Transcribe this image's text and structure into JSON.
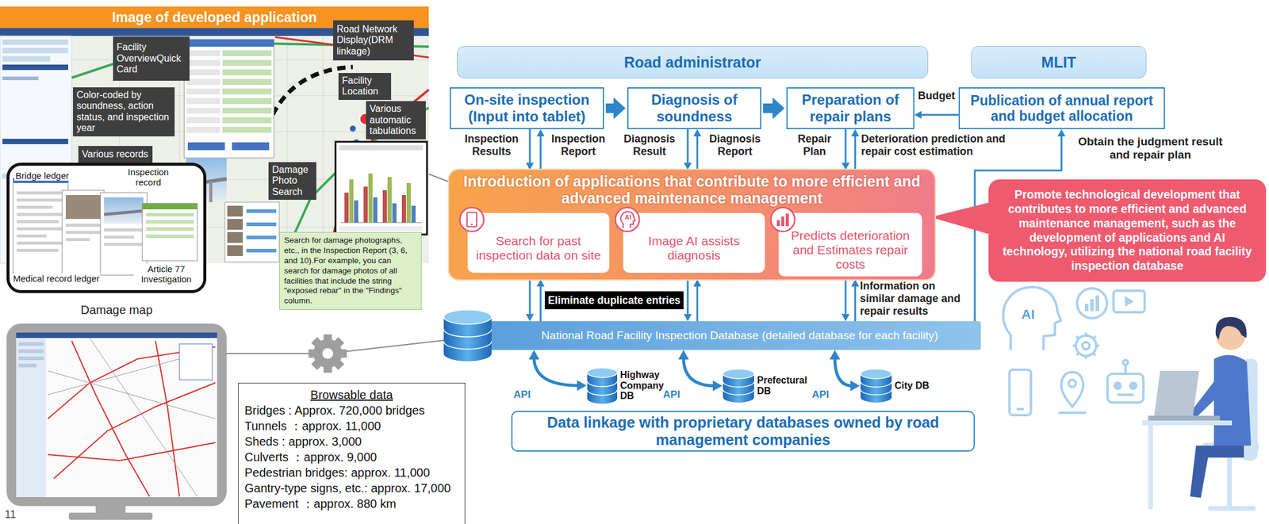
{
  "diagram": {
    "nodes": [
      {
        "text": [
          "Image of developed application"
        ]
      },
      {
        "text": [
          "Facility OverviewQuick Card"
        ],
        "in": 0
      },
      {
        "text": [
          "Road Network Display(DRM linkage)"
        ],
        "in": 0
      },
      {
        "text": [
          "Color-coded by soundness, action status, and inspection year"
        ],
        "in": 0
      },
      {
        "text": [
          "Facility Location"
        ],
        "in": 0
      },
      {
        "text": [
          "Various automatic tabulations"
        ],
        "in": 0
      },
      {
        "text": [
          "Various records"
        ],
        "in": 0
      },
      {
        "text": [
          "Damage Photo Search"
        ],
        "in": 0
      },
      {
        "text": [
          "Bridge ledger",
          "Inspection record",
          "Medical record ledger",
          "Article 77 Investigation"
        ]
      },
      {
        "text": [
          "Search for damage photographs, etc., in the Inspection Report (3, 6, and 10).For example, you can search for damage photos of all facilities that include the string \"exposed rebar\" in the \"Findings\" column."
        ]
      },
      {
        "text": [
          "Damage map"
        ]
      },
      {
        "text": [
          "Browsable data",
          "Bridges : Approx. 720,000 bridges",
          "Tunnels ：approx. 11,000",
          "Sheds : approx. 3,000",
          "Culverts ：approx. 9,000",
          "Pedestrian bridges: approx. 11,000",
          "Gantry-type signs, etc.: approx. 17,000",
          "Pavement ：approx. 880 km"
        ]
      },
      {
        "text": [
          "Road administrator"
        ]
      },
      {
        "text": [
          "MLIT"
        ]
      },
      {
        "text": [
          "On-site inspection (Input into tablet)"
        ]
      },
      {
        "text": [
          "Diagnosis of soundness"
        ]
      },
      {
        "text": [
          "Preparation of repair plans"
        ]
      },
      {
        "text": [
          "Publication of annual report and budget allocation"
        ]
      },
      {
        "text": [
          "Introduction of applications that contribute to more efficient and advanced maintenance management"
        ]
      },
      {
        "text": [
          "Search for past inspection data on site"
        ],
        "in": 18
      },
      {
        "text": [
          "Image AI assists diagnosis"
        ],
        "in": 18
      },
      {
        "text": [
          "Predicts deterioration and Estimates repair costs"
        ],
        "in": 18
      },
      {
        "text": [
          "Promote technological development that contributes to more efficient and advanced maintenance management, such as the development of applications and AI technology, utilizing the national road facility inspection database"
        ]
      },
      {
        "text": [
          "Eliminate duplicate entries"
        ]
      },
      {
        "text": [
          "National Road Facility Inspection Database (detailed database for each facility)"
        ]
      },
      {
        "text": [
          "Highway Company DB"
        ]
      },
      {
        "text": [
          "Prefectural DB"
        ]
      },
      {
        "text": [
          "City DB"
        ]
      },
      {
        "text": [
          "Data linkage with proprietary databases owned by road management companies"
        ]
      }
    ],
    "edges": [
      {
        "from": 0,
        "to": 18,
        "arrow": "none"
      },
      {
        "from": 10,
        "to": 24,
        "arrow": "none"
      },
      {
        "from": 14,
        "to": 15,
        "arrow": "to"
      },
      {
        "from": 15,
        "to": 16,
        "arrow": "to"
      },
      {
        "from": 17,
        "to": 16,
        "arrow": "to",
        "label": "Budget"
      },
      {
        "from": 14,
        "to": 18,
        "arrow": "to",
        "label": "Inspection Results"
      },
      {
        "from": 18,
        "to": 14,
        "arrow": "to",
        "label": "Inspection Report"
      },
      {
        "from": 15,
        "to": 18,
        "arrow": "to",
        "label": "Diagnosis Result"
      },
      {
        "from": 18,
        "to": 15,
        "arrow": "to",
        "label": "Diagnosis Report"
      },
      {
        "from": 16,
        "to": 18,
        "arrow": "to",
        "label": "Repair Plan"
      },
      {
        "from": 18,
        "to": 16,
        "arrow": "to",
        "label": "Deterioration prediction and repair cost estimation"
      },
      {
        "from": 18,
        "to": 24,
        "arrow": "to"
      },
      {
        "from": 24,
        "to": 18,
        "arrow": "to"
      },
      {
        "from": 18,
        "to": 24,
        "arrow": "to"
      },
      {
        "from": 24,
        "to": 18,
        "arrow": "to"
      },
      {
        "from": 18,
        "to": 24,
        "arrow": "to"
      },
      {
        "from": 24,
        "to": 18,
        "arrow": "to",
        "label": "Information on similar damage and repair results"
      },
      {
        "from": 24,
        "to": 17,
        "arrow": "to",
        "label": "Obtain the judgment result and repair plan"
      },
      {
        "from": 24,
        "to": 25,
        "arrow": "both",
        "label": "API"
      },
      {
        "from": 24,
        "to": 26,
        "arrow": "both",
        "label": "API"
      },
      {
        "from": 24,
        "to": 27,
        "arrow": "both",
        "label": "API"
      }
    ],
    "labels": [
      "11",
      "AI",
      "AI"
    ]
  }
}
